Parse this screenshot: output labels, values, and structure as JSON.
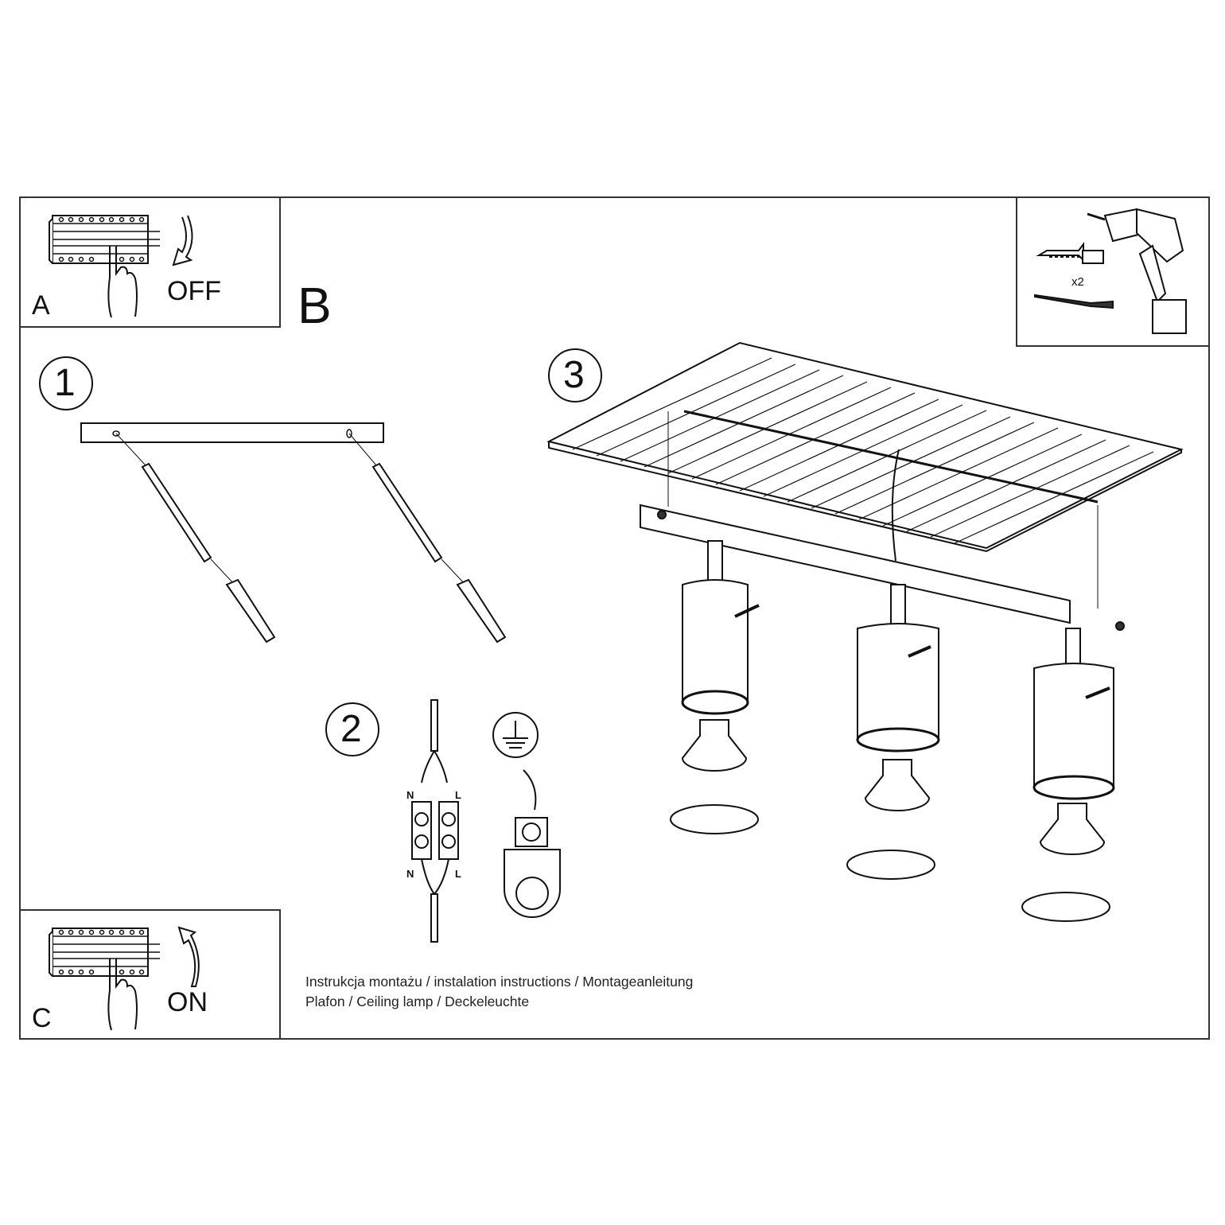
{
  "panels": {
    "A": {
      "letter": "A",
      "action": "OFF",
      "icon": "circuit-breaker-off"
    },
    "B": {
      "letter": "B"
    },
    "C": {
      "letter": "C",
      "action": "ON",
      "icon": "circuit-breaker-on"
    },
    "tools": {
      "quantity": "x2",
      "icons": [
        "wall-plug",
        "screw",
        "drill"
      ]
    }
  },
  "steps": [
    {
      "number": "1",
      "description": "mount-bracket-with-screws-and-wall-plugs"
    },
    {
      "number": "2",
      "description": "connect-wires",
      "terminal_labels": {
        "top_left": "N",
        "top_right": "L",
        "bottom_left": "N",
        "bottom_right": "L"
      }
    },
    {
      "number": "3",
      "description": "attach-lamp-to-ceiling-and-insert-bulbs",
      "spot_count": 3
    }
  ],
  "footer": {
    "line1": "Instrukcja montażu / instalation instructions / Montageanleitung",
    "line2": "Plafon / Ceiling lamp / Deckeleuchte"
  }
}
